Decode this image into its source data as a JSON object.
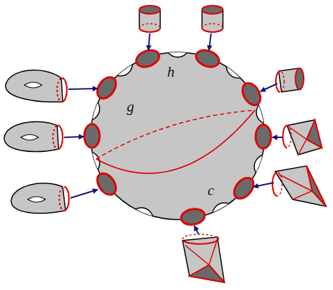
{
  "diagram": {
    "nodes": [
      {
        "text": [
          "h",
          "g",
          "c"
        ]
      }
    ]
  }
}
